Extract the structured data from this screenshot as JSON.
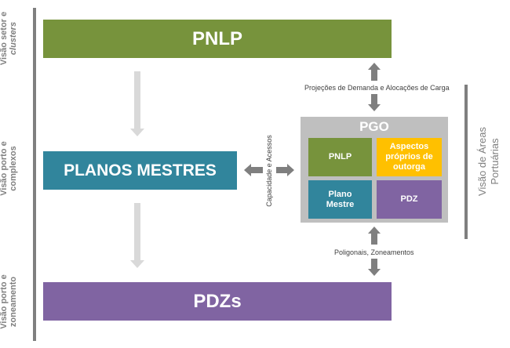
{
  "left_labels": {
    "top_line1": "Visão setor e",
    "top_line2": "clusters",
    "middle_line1": "Visão porto e",
    "middle_line2": "complexos",
    "bottom_line1": "Visão porto e",
    "bottom_line2": "zoneamento"
  },
  "right_label": {
    "line1": "Visão de Áreas",
    "line2": "Portuárias"
  },
  "bars": {
    "pnlp": "PNLP",
    "planos_mestres": "PLANOS MESTRES",
    "pdzs": "PDZs"
  },
  "pgo": {
    "title": "PGO",
    "cells": {
      "pnlp": "PNLP",
      "aspectos_line1": "Aspectos",
      "aspectos_line2": "próprios de",
      "aspectos_line3": "outorga",
      "plano_line1": "Plano",
      "plano_line2": "Mestre",
      "pdz": "PDZ"
    }
  },
  "connector_labels": {
    "projecoes": "Projeções de Demanda e Alocações de Carga",
    "capacidade": "Capacidade e Acessos",
    "poligonais": "Poligonais, Zoneamentos"
  },
  "colors": {
    "green": "#77933c",
    "teal": "#31859c",
    "purple": "#8064a2",
    "gold": "#ffc000",
    "gray": "#bfbfbf",
    "dark_gray": "#7f7f7f"
  }
}
